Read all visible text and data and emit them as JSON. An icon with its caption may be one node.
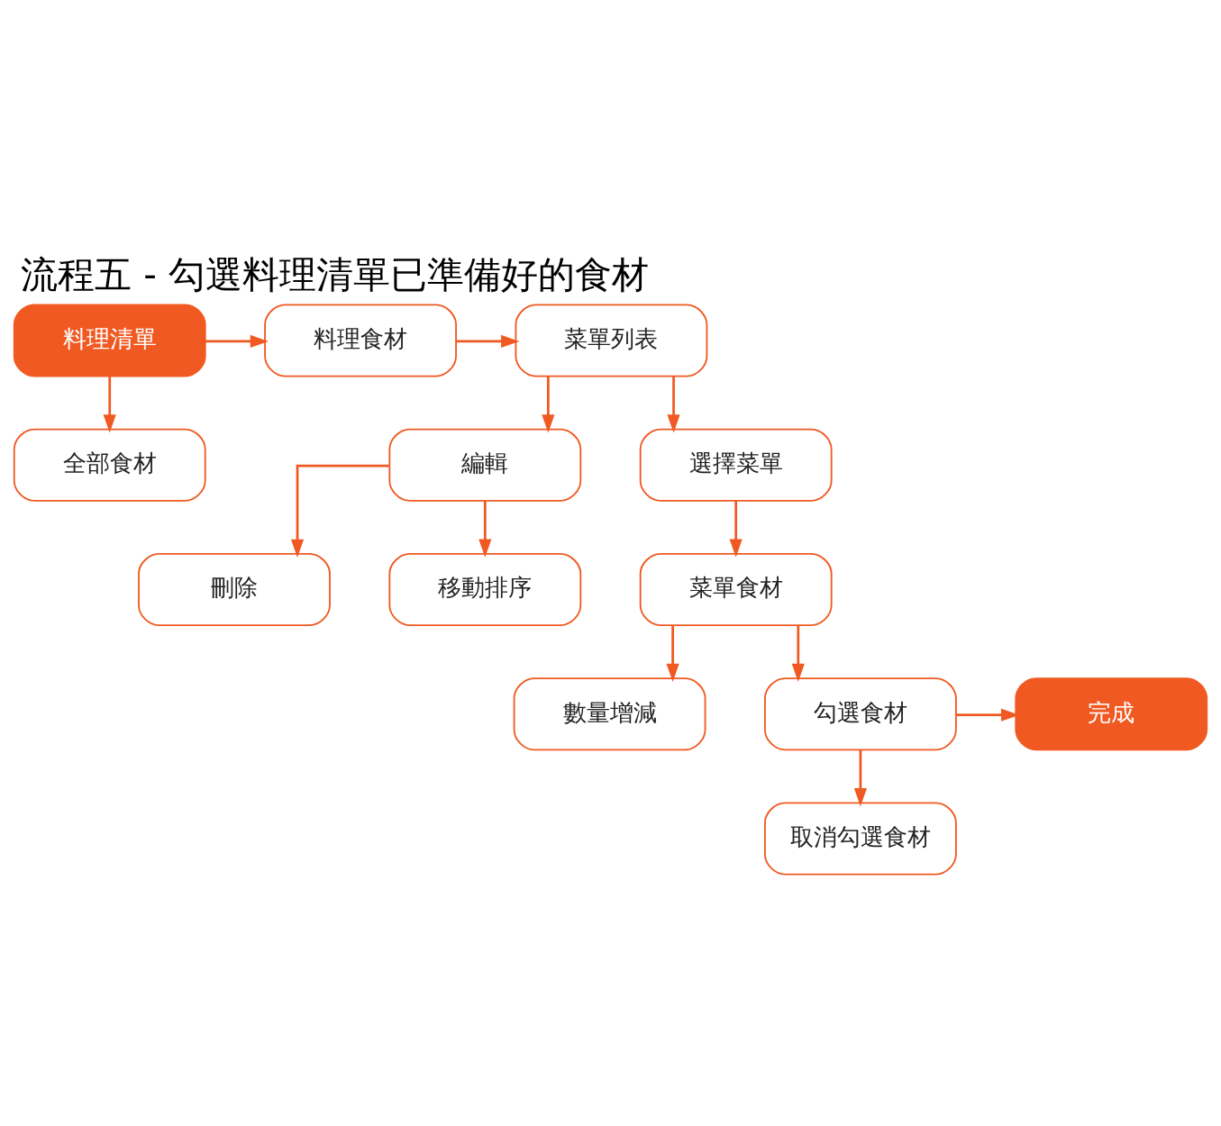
{
  "diagram": {
    "title": "流程五 - 勾選料理清單已準備好的食材",
    "nodes": [
      {
        "text": [
          "料理清單"
        ]
      },
      {
        "text": [
          "全部食材"
        ]
      },
      {
        "text": [
          "料理食材"
        ]
      },
      {
        "text": [
          "菜單列表"
        ]
      },
      {
        "text": [
          "編輯"
        ]
      },
      {
        "text": [
          "選擇菜單"
        ]
      },
      {
        "text": [
          "刪除"
        ]
      },
      {
        "text": [
          "移動排序"
        ]
      },
      {
        "text": [
          "菜單食材"
        ]
      },
      {
        "text": [
          "數量增減"
        ]
      },
      {
        "text": [
          "勾選食材"
        ]
      },
      {
        "text": [
          "完成"
        ]
      },
      {
        "text": [
          "取消勾選食材"
        ]
      }
    ],
    "edges": [
      {
        "from": 0,
        "to": 1,
        "arrow": "to"
      },
      {
        "from": 0,
        "to": 2,
        "arrow": "to"
      },
      {
        "from": 2,
        "to": 3,
        "arrow": "to"
      },
      {
        "from": 3,
        "to": 4,
        "arrow": "to"
      },
      {
        "from": 3,
        "to": 5,
        "arrow": "to"
      },
      {
        "from": 4,
        "to": 6,
        "arrow": "to"
      },
      {
        "from": 4,
        "to": 7,
        "arrow": "to"
      },
      {
        "from": 5,
        "to": 8,
        "arrow": "to"
      },
      {
        "from": 8,
        "to": 9,
        "arrow": "to"
      },
      {
        "from": 8,
        "to": 10,
        "arrow": "to"
      },
      {
        "from": 10,
        "to": 11,
        "arrow": "to"
      },
      {
        "from": 10,
        "to": 12,
        "arrow": "to"
      }
    ]
  }
}
